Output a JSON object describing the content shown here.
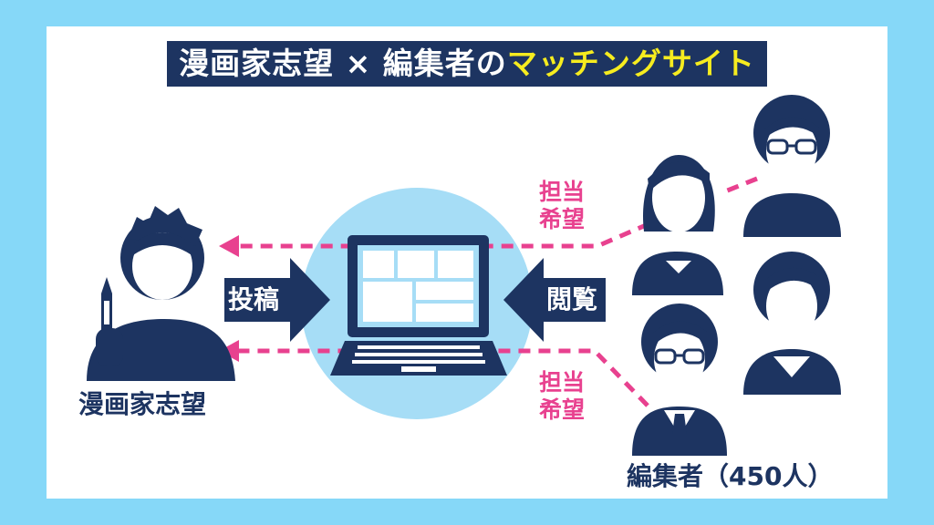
{
  "title": {
    "main": "漫画家志望 × 編集者の",
    "accent": "マッチングサイト"
  },
  "labels": {
    "post": "投稿",
    "browse": "閲覧",
    "artist": "漫画家志望",
    "editors": "編集者（450人）",
    "request_top_line1": "担当",
    "request_top_line2": "希望",
    "request_bottom_line1": "担当",
    "request_bottom_line2": "希望"
  },
  "colors": {
    "navy": "#1d3461",
    "pink": "#e8418f",
    "sky": "#86d8f8",
    "circle": "#a6ddf6",
    "yellow": "#f6ec1f"
  },
  "icons": [
    "artist-icon",
    "pen-icon",
    "laptop-icon",
    "editor-icon",
    "editor-glasses-icon"
  ]
}
